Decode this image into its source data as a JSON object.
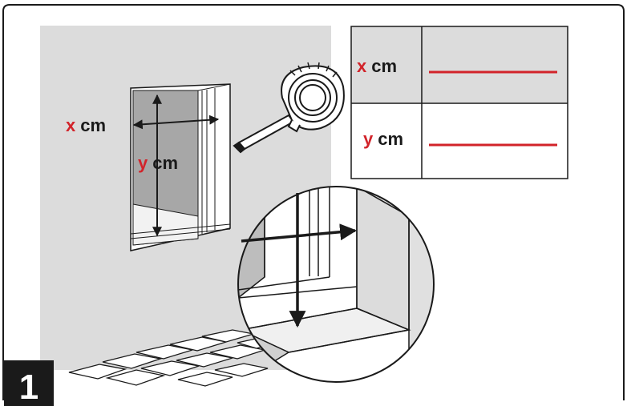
{
  "step": {
    "number": "1"
  },
  "window_labels": {
    "x_var": "x",
    "y_var": "y",
    "unit": "cm"
  },
  "table": {
    "rows": [
      {
        "var": "x",
        "unit": "cm"
      },
      {
        "var": "y",
        "unit": "cm"
      }
    ]
  },
  "colors": {
    "accent": "#d2232a",
    "wall": "#dcdcdc",
    "line": "#1a1a1a",
    "badge": "#1a1a1a"
  },
  "icons": {
    "measuring_tape": "tape-measure-icon",
    "magnifier": "magnified-detail-icon"
  }
}
